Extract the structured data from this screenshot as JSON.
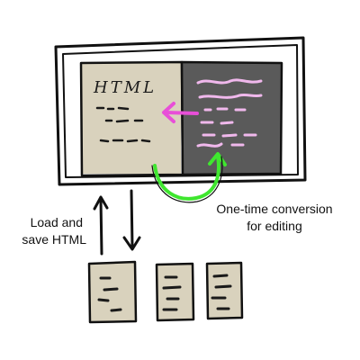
{
  "editor_window": {
    "source_label": "HTML"
  },
  "annotations": {
    "conversion_line1": "One-time conversion",
    "conversion_line2": "for editing",
    "storage_line1": "Load and",
    "storage_line2": "save HTML"
  },
  "documents": {
    "count": 3
  },
  "icons": {
    "pink_arrow": "pink-left-arrow-icon",
    "green_arrow": "green-curved-arrow-icon",
    "up_arrow": "up-arrow-icon",
    "down_arrow": "down-arrow-icon"
  },
  "colors": {
    "paper": "#d9d2bd",
    "dark_panel": "#5a5a5a",
    "pink": "#e84fd8",
    "green": "#3fe62f",
    "ink": "#111111",
    "pink_text_lines": "#f0b8ec"
  }
}
